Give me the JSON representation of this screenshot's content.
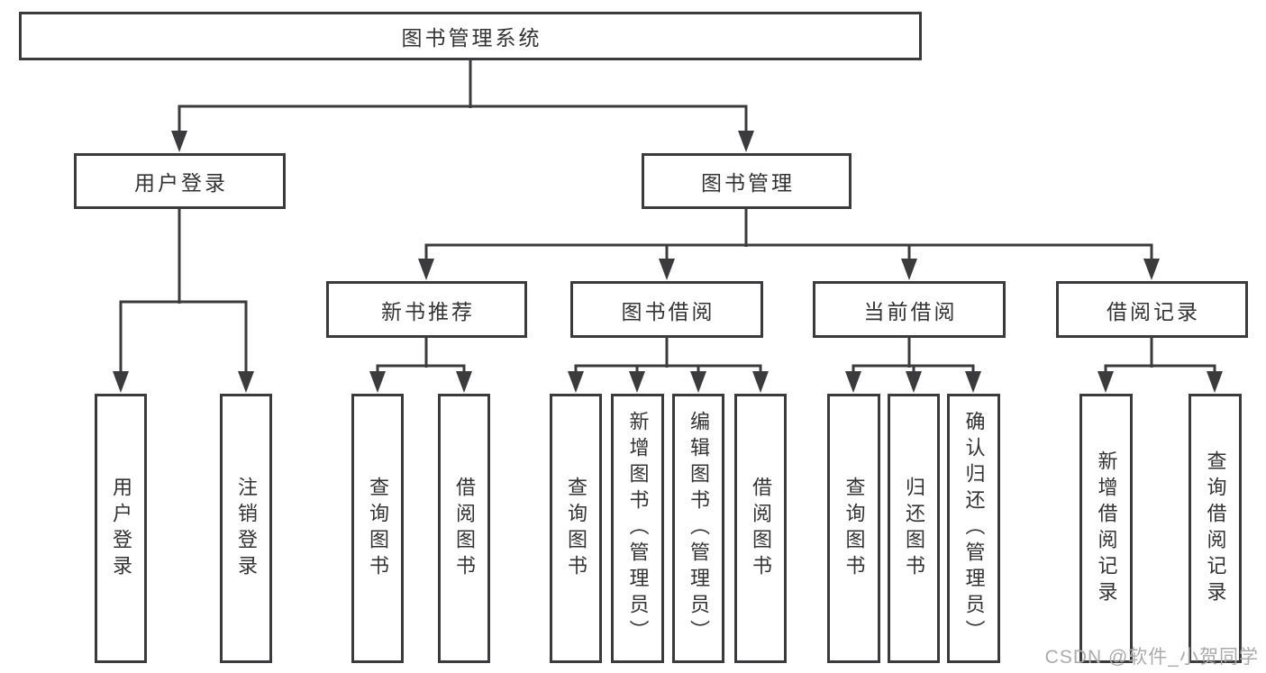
{
  "diagram": {
    "root": {
      "label": "图书管理系统"
    },
    "level1": [
      {
        "label": "用户登录",
        "children": [
          {
            "label": "用户登录"
          },
          {
            "label": "注销登录"
          }
        ]
      },
      {
        "label": "图书管理",
        "children": [
          {
            "label": "新书推荐",
            "children": [
              {
                "label": "查询图书"
              },
              {
                "label": "借阅图书"
              }
            ]
          },
          {
            "label": "图书借阅",
            "children": [
              {
                "label": "查询图书"
              },
              {
                "label": "新增图书（管理员）"
              },
              {
                "label": "编辑图书（管理员）"
              },
              {
                "label": "借阅图书"
              }
            ]
          },
          {
            "label": "当前借阅",
            "children": [
              {
                "label": "查询图书"
              },
              {
                "label": "归还图书"
              },
              {
                "label": "确认归还（管理员）"
              }
            ]
          },
          {
            "label": "借阅记录",
            "children": [
              {
                "label": "新增借阅记录"
              },
              {
                "label": "查询借阅记录"
              }
            ]
          }
        ]
      }
    ]
  },
  "watermark": {
    "text": "CSDN @软件_小贺同学"
  },
  "colors": {
    "line": "#3b3b3d",
    "text": "#333333",
    "node_background": "#ffffff",
    "watermark": "#ababab"
  }
}
